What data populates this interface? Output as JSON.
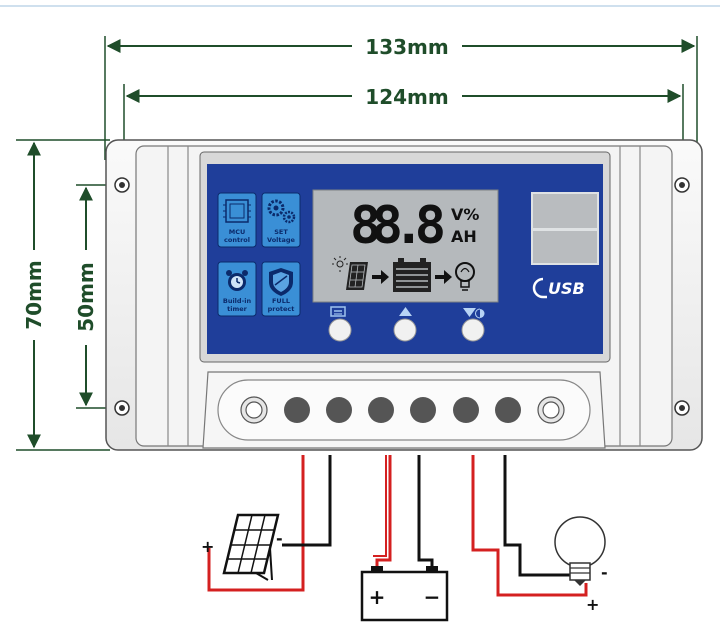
{
  "dimensions": {
    "outer_width": "133mm",
    "hole_spacing_width": "124mm",
    "outer_height": "70mm",
    "hole_spacing_height": "50mm"
  },
  "badges": [
    {
      "line1": "MCU",
      "line2": "control",
      "icon": "chip-icon"
    },
    {
      "line1": "SET",
      "line2": "Voltage",
      "icon": "gears-icon"
    },
    {
      "line1": "Build-in",
      "line2": "timer",
      "icon": "alarm-clock-icon"
    },
    {
      "line1": "FULL",
      "line2": "protect",
      "icon": "shield-icon"
    }
  ],
  "lcd": {
    "digits": "88.8",
    "unit_top": "V%",
    "unit_bottom": "AH"
  },
  "usb_label": "USB",
  "buttons": [
    {
      "icon": "menu-icon"
    },
    {
      "icon": "up-arrow-icon"
    },
    {
      "icon": "down-arrow-icon"
    }
  ],
  "polarity": {
    "panel_plus": "+",
    "panel_minus": "-",
    "battery_plus": "+",
    "battery_minus": "−",
    "load_minus": "-",
    "load_plus": "+"
  },
  "colors": {
    "panel_blue": "#1f3e9a",
    "lcd_gray": "#b5b9bc",
    "badge_blue": "#3a8fd6",
    "dimension_green": "#1f4d2a",
    "wire_red": "#d42020",
    "wire_black": "#111111"
  }
}
